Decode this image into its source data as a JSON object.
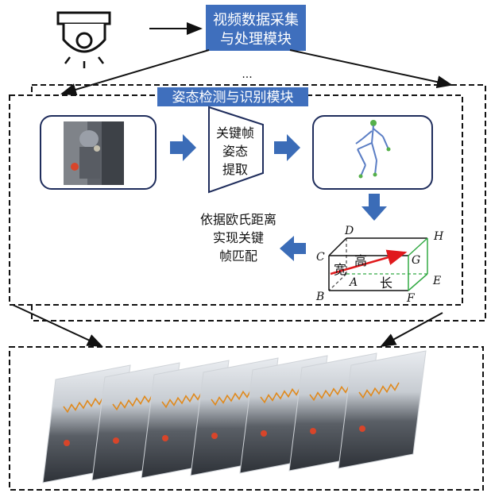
{
  "title_box": {
    "line1": "视频数据采集",
    "line2": "与处理模块"
  },
  "ellipsis": "...",
  "module_label": "姿态检测与识别模块",
  "trapezoid": {
    "line1": "关键帧",
    "line2": "姿态",
    "line3": "提取"
  },
  "matching_text": {
    "line1": "依据欧氏距离",
    "line2": "实现关键",
    "line3": "帧匹配"
  },
  "cube": {
    "vertex_labels": [
      "A",
      "B",
      "C",
      "D",
      "E",
      "F",
      "G",
      "H"
    ],
    "dim_wide": "宽",
    "dim_high": "高",
    "dim_long": "长"
  },
  "frame_count": 7,
  "colors": {
    "blue_box": "#3f6fbd",
    "arrow_blue": "#3b6cb7",
    "navy_border": "#1f2d5c",
    "red_vector": "#e0191c",
    "green_edges": "#33aa44"
  }
}
